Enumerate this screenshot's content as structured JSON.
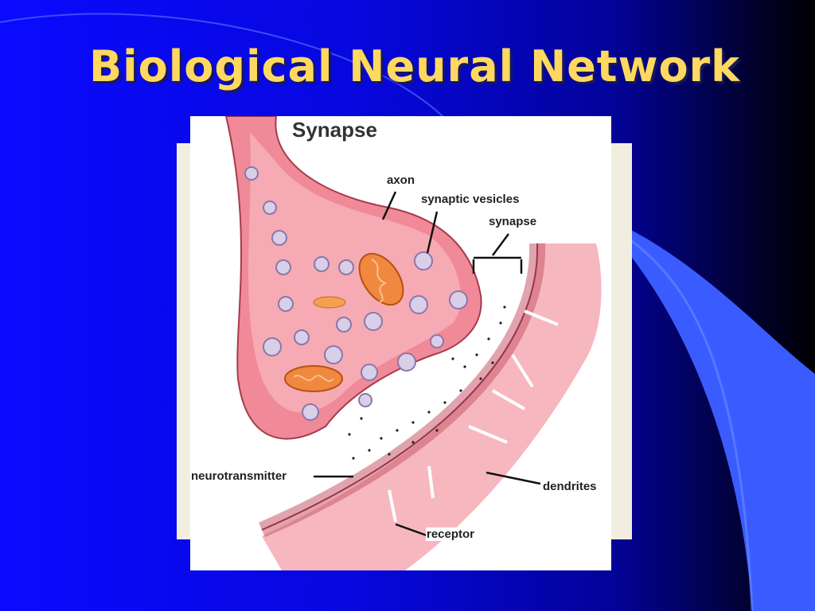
{
  "slide": {
    "title": "Biological Neural Network"
  },
  "diagram": {
    "heading": "Synapse",
    "labels": {
      "axon": "axon",
      "synaptic_vesicles": "synaptic vesicles",
      "synapse": "synapse",
      "neurotransmitter": "neurotransmitter",
      "dendrites": "dendrites",
      "receptor": "receptor"
    }
  },
  "colors": {
    "title": "#ffd860",
    "tissue": "#f4a0ac",
    "tissue_dark": "#d86a7a",
    "vesicle": "#d9cfe8",
    "mitochondria": "#f08840"
  }
}
